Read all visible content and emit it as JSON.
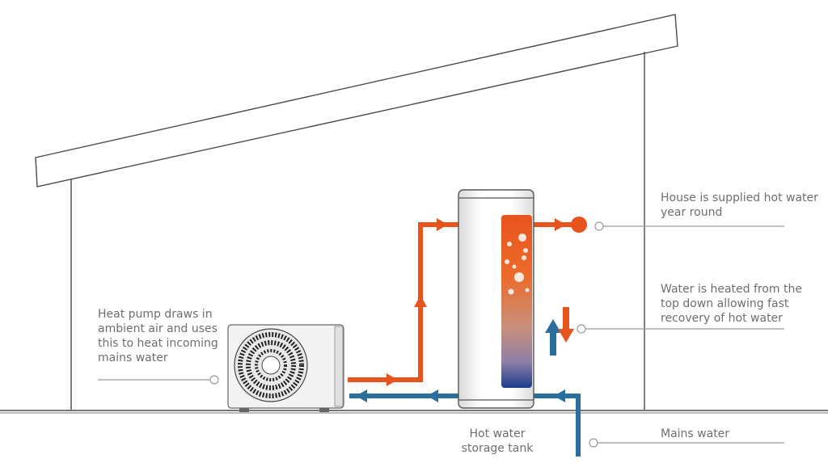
{
  "labels": {
    "heat_pump": "Heat pump draws in ambient air and uses this to heat incoming mains water",
    "house_supplied": "House is supplied hot water year round",
    "water_heated": "Water is heated from the top down allowing fast recovery of hot water",
    "mains_water": "Mains water",
    "tank": "Hot water storage tank"
  },
  "colors": {
    "hot_pipe": "#e8541e",
    "cold_pipe": "#2a6e9e",
    "outline": "#555555"
  }
}
